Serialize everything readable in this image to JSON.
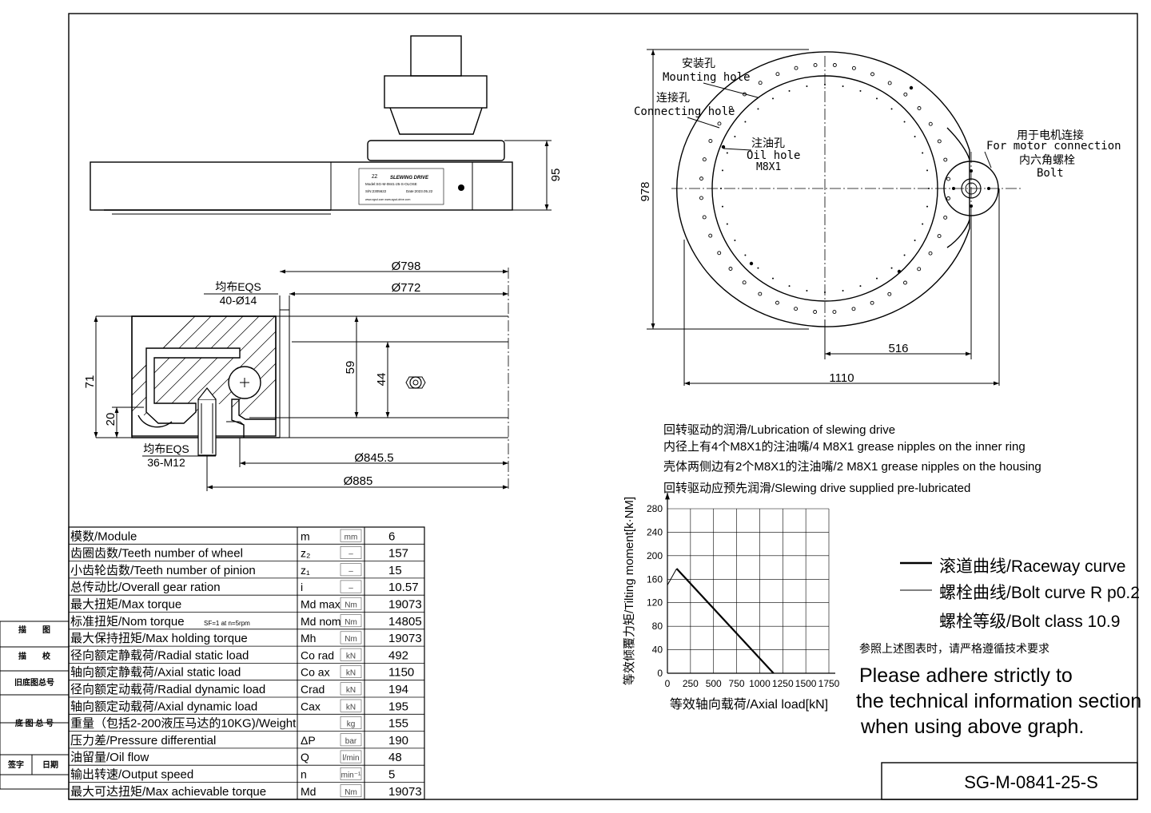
{
  "drawing_number": "SG-M-0841-25-S",
  "side_block_labels": [
    "描　　图",
    "描　　校",
    "旧底图总号",
    "底 图 总 号",
    "签字",
    "日期"
  ],
  "nameplate": {
    "brand": "ZZ",
    "title": "SLEWING DRIVE",
    "model": "Model:SG-M-0841-25-S-OLOSE",
    "sn": "S/N:2305622",
    "date": "Date:2023.05.22",
    "footer": "www.zgsd.com www.zgsd-drive.com"
  },
  "dimensions": {
    "height_95": "95",
    "od_798": "Ø798",
    "od_772": "Ø772",
    "eqs_top_1": "均布EQS",
    "eqs_top_2": "40-Ø14",
    "h71": "71",
    "h20": "20",
    "h59": "59",
    "h44": "44",
    "eqs_bot_1": "均布EQS",
    "eqs_bot_2": "36-M12",
    "d845": "Ø845.5",
    "d885": "Ø885",
    "h978": "978",
    "w516": "516",
    "w1110": "1110"
  },
  "top_view_labels": {
    "mounting_cn": "安装孔",
    "mounting_en": "Mounting hole",
    "connecting_cn": "连接孔",
    "connecting_en": "Connecting hole",
    "oil_cn": "注油孔",
    "oil_en": "Oil hole",
    "oil_size": "M8X1",
    "motor_cn": "用于电机连接",
    "motor_en": "For motor connection",
    "bolt_cn": "内六角螺栓",
    "bolt_en": "Bolt"
  },
  "lubrication_notes": [
    "回转驱动的润滑/Lubrication of slewing drive",
    "内径上有4个M8X1的注油嘴/4 M8X1 grease nipples on the inner ring",
    "壳体两侧边有2个M8X1的注油嘴/2 M8X1 grease nipples on the housing",
    "回转驱动应预先润滑/Slewing drive supplied pre-lubricated"
  ],
  "spec_table": [
    {
      "label": "模数/Module",
      "symbol": "m",
      "unit": "mm",
      "value": "6"
    },
    {
      "label": "齿圈齿数/Teeth number of wheel",
      "symbol": "z₂",
      "unit": "–",
      "value": "157"
    },
    {
      "label": "小齿轮齿数/Teeth number of pinion",
      "symbol": "z₁",
      "unit": "–",
      "value": "15"
    },
    {
      "label": "总传动比/Overall gear ration",
      "symbol": "i",
      "unit": "–",
      "value": "10.57"
    },
    {
      "label": "最大扭矩/Max torque",
      "symbol": "Md max",
      "unit": "Nm",
      "value": "19073"
    },
    {
      "label": "标准扭矩/Nom torque",
      "note": "SF=1 at n=5rpm",
      "symbol": "Md nom",
      "unit": "Nm",
      "value": "14805"
    },
    {
      "label": "最大保持扭矩/Max holding torque",
      "symbol": "Mh",
      "unit": "Nm",
      "value": "19073"
    },
    {
      "label": "径向额定静载荷/Radial static load",
      "symbol": "Co rad",
      "unit": "kN",
      "value": "492"
    },
    {
      "label": "轴向额定静载荷/Axial static load",
      "symbol": "Co ax",
      "unit": "kN",
      "value": "1150"
    },
    {
      "label": "径向额定动载荷/Radial dynamic load",
      "symbol": "Crad",
      "unit": "kN",
      "value": "194"
    },
    {
      "label": "轴向额定动载荷/Axial dynamic load",
      "symbol": "Cax",
      "unit": "kN",
      "value": "195"
    },
    {
      "label": "重量（包括2-200液压马达的10KG)/Weight",
      "symbol": "",
      "unit": "kg",
      "value": "155"
    },
    {
      "label": "压力差/Pressure differential",
      "symbol": "ΔP",
      "unit": "bar",
      "value": "190"
    },
    {
      "label": "油留量/Oil flow",
      "symbol": "Q",
      "unit": "l/min",
      "value": "48"
    },
    {
      "label": "输出转速/Output speed",
      "symbol": "n",
      "unit": "min⁻¹",
      "value": "5"
    },
    {
      "label": "最大可达扭矩/Max achievable torque",
      "symbol": "Md",
      "unit": "Nm",
      "value": "19073"
    }
  ],
  "chart_labels": {
    "ylabel": "等效倾覆力矩/Tilting moment[k·NM]",
    "xlabel": "等效轴向载荷/Axial load[kN]"
  },
  "legend": {
    "raceway": "滚道曲线/Raceway curve",
    "bolt": "螺栓曲线/Bolt curve R p0.2",
    "bolt_class": "螺栓等级/Bolt class 10.9",
    "note_cn": "参照上述图表时，请严格遵循技术要求",
    "note_en_1": "Please adhere strictly to",
    "note_en_2": "the technical information section",
    "note_en_3": "when using above graph."
  },
  "chart_data": {
    "type": "line",
    "xlabel": "等效轴向载荷/Axial load[kN]",
    "ylabel": "等效倾覆力矩/Tilting moment[k·NM]",
    "xlim": [
      0,
      1750
    ],
    "ylim": [
      0,
      280
    ],
    "xticks": [
      0,
      250,
      500,
      750,
      1000,
      1250,
      1500,
      1750
    ],
    "yticks": [
      0,
      40,
      80,
      120,
      160,
      200,
      240,
      280
    ],
    "grid": true,
    "series": [
      {
        "name": "Raceway curve",
        "style": "thick",
        "x": [
          100,
          1150
        ],
        "y": [
          178,
          0
        ]
      },
      {
        "name": "Bolt curve R p0.2",
        "style": "thin",
        "x": [
          0,
          100
        ],
        "y": [
          150,
          178
        ]
      }
    ]
  }
}
